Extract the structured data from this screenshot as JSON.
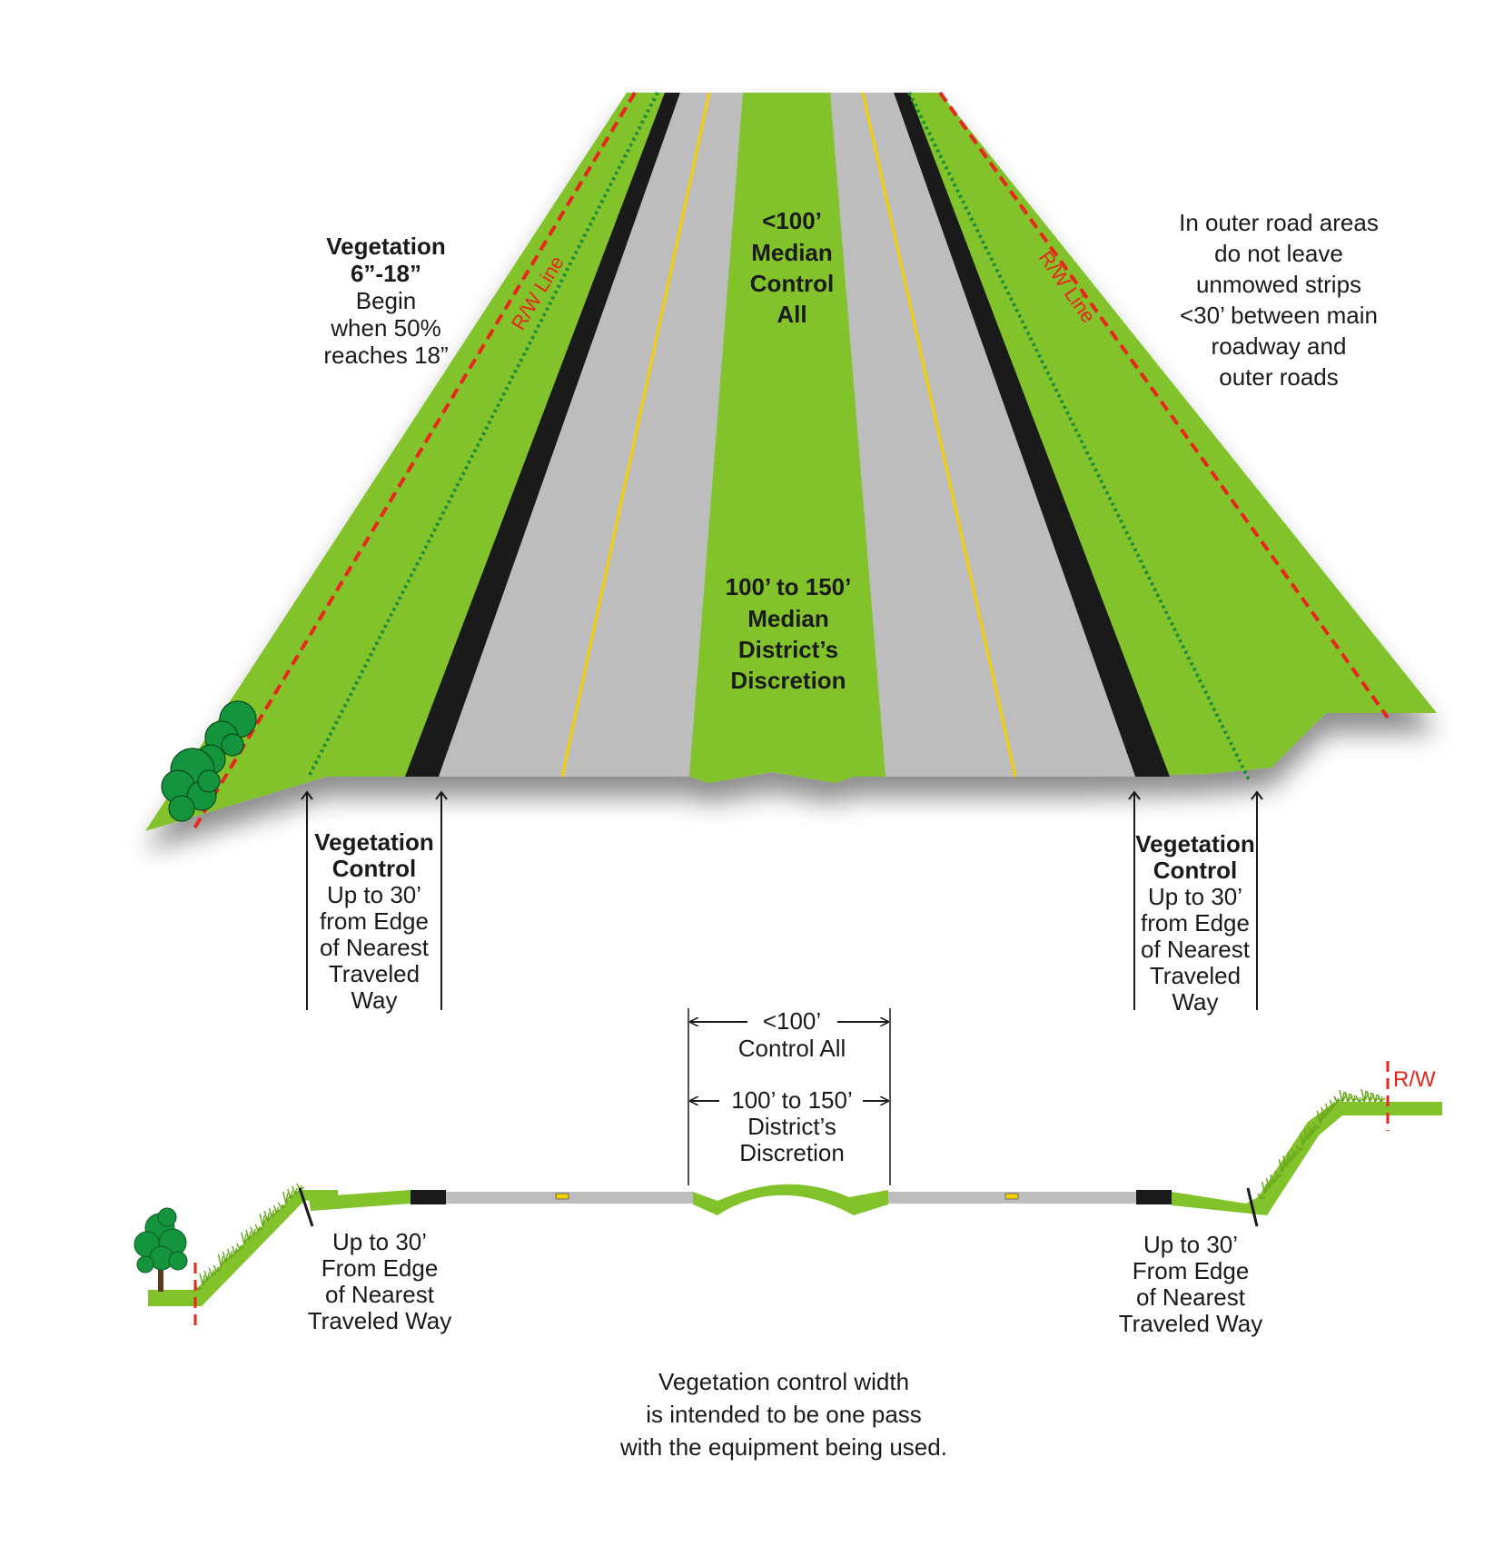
{
  "colors": {
    "grass": "#82c22a",
    "pavement": "#bdbdbd",
    "shoulder": "#1a1a1a",
    "center_line": "#f5d000",
    "rw_line": "#e8261e",
    "control_line": "#1a8c3c",
    "text": "#1a1a1a"
  },
  "icons": [
    "shrub-icon",
    "tree-icon",
    "arrow-up-icon",
    "double-arrow-icon"
  ],
  "labels": {
    "rw_line_left": "R/W Line",
    "rw_line_right": "R/W Line",
    "rw_short": "R/W",
    "vegetation_height": {
      "lines_bold": [
        "Vegetation",
        "6”-18”"
      ],
      "lines": [
        "Begin",
        "when 50%",
        "reaches 18”"
      ]
    },
    "median_small": [
      "<100’",
      "Median",
      "Control",
      "All"
    ],
    "median_large": [
      "100’ to 150’",
      "Median",
      "District’s",
      "Discretion"
    ],
    "outer_roads": [
      "In outer road areas",
      "do not leave",
      "unmowed strips",
      "<30’ between main",
      "roadway and",
      "outer roads"
    ],
    "control_left": {
      "lines_bold": [
        "Vegetation",
        "Control"
      ],
      "lines": [
        "Up to 30’",
        "from Edge",
        "of Nearest",
        "Traveled",
        "Way"
      ]
    },
    "control_right": {
      "lines_bold": [
        "Vegetation",
        "Control"
      ],
      "lines": [
        "Up to 30’",
        "from Edge",
        "of Nearest",
        "Traveled",
        "Way"
      ]
    },
    "dim_control_all": [
      "<100’",
      "Control All"
    ],
    "dim_discretion": [
      "100’ to 150’",
      "District’s",
      "Discretion"
    ],
    "section_left": [
      "Up to 30’",
      "From Edge",
      "of Nearest",
      "Traveled Way"
    ],
    "section_right": [
      "Up to 30’",
      "From Edge",
      "of Nearest",
      "Traveled Way"
    ],
    "footer": [
      "Vegetation control width",
      "is intended to be one pass",
      "with the equipment being used."
    ]
  }
}
